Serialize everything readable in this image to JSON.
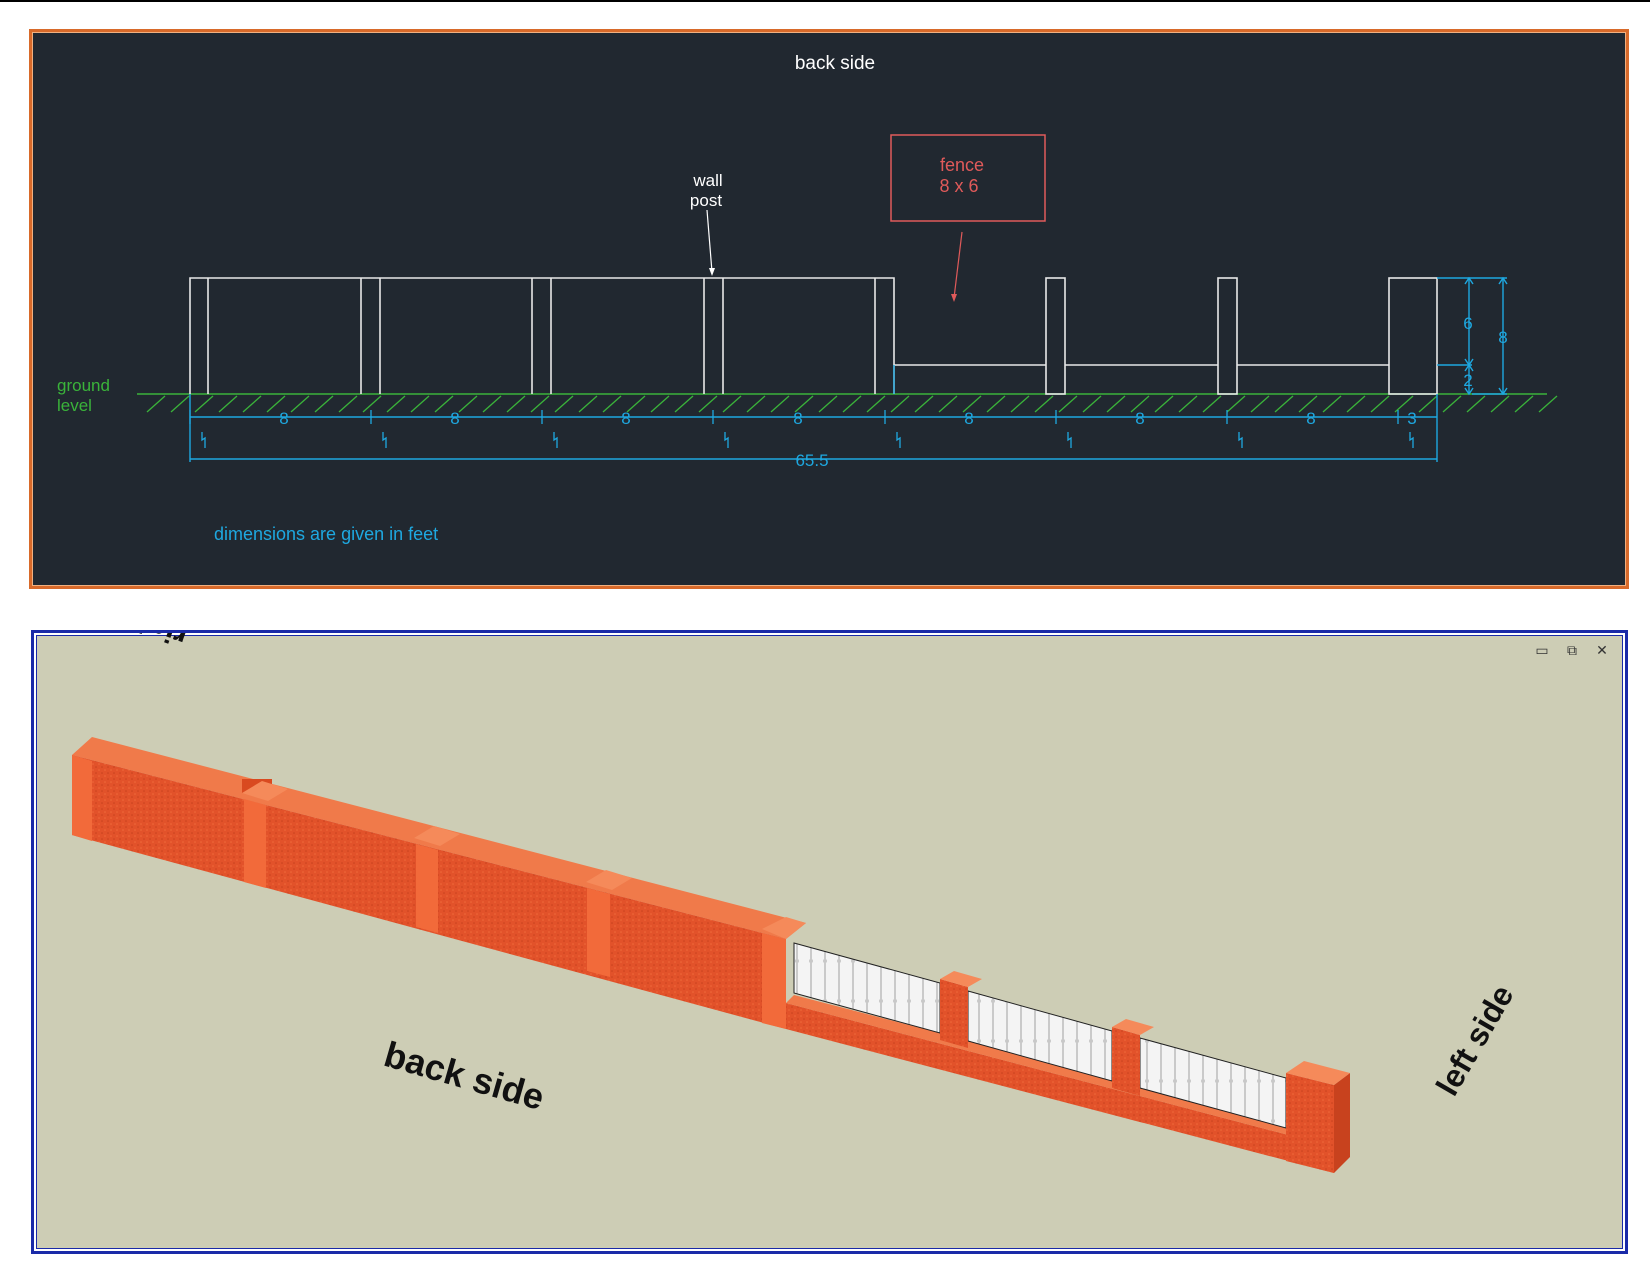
{
  "cad": {
    "title": "back side",
    "wall_post_label_1": "wall",
    "wall_post_label_2": "post",
    "fence_label_1": "fence",
    "fence_label_2": "8 x 6",
    "ground_label_1": "ground",
    "ground_label_2": "level",
    "note": "dimensions are given in feet",
    "bay_dims": [
      "8",
      "8",
      "8",
      "8",
      "8",
      "8",
      "8",
      "3"
    ],
    "total_dim": "65.5",
    "height_dims": {
      "fence": "6",
      "base": "2",
      "total": "8"
    },
    "colors": {
      "background": "#212830",
      "lines": "#e8e8e8",
      "dimensions": "#1ea8e0",
      "ground": "#3ab33a",
      "callout": "#e05a5a"
    }
  },
  "iso": {
    "label_back": "back side",
    "label_right": "right side",
    "label_left": "left side",
    "window_controls": [
      "minimize-icon",
      "restore-icon",
      "close-icon"
    ],
    "window_glyphs": [
      "▭",
      "⧉",
      "✕"
    ],
    "colors": {
      "background": "#cdcdb5",
      "brick": "#e8582a",
      "fence": "#f2f2f2"
    }
  }
}
